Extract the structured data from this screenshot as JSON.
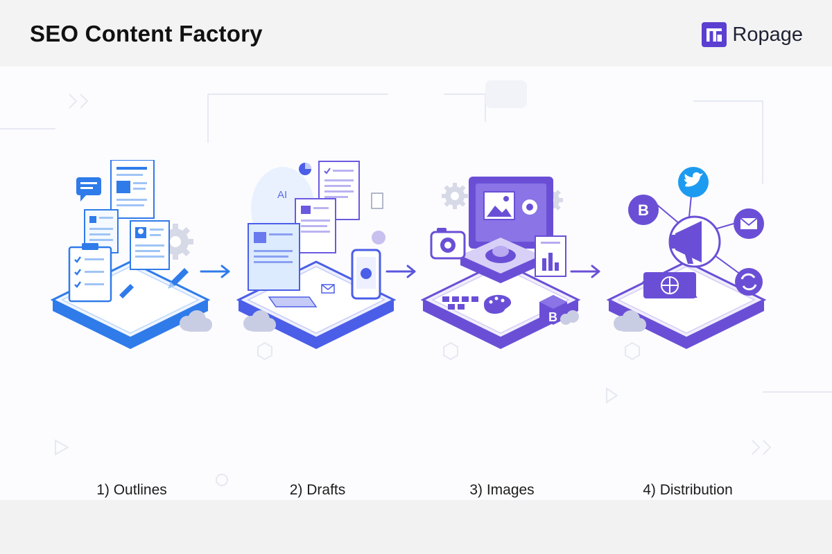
{
  "header": {
    "title": "SEO Content Factory",
    "brand_name": "Ropage"
  },
  "colors": {
    "blue": "#2f7bea",
    "blue_light": "#dcebfd",
    "purple": "#6a4fd6",
    "purple_light": "#ebe6fb",
    "indigo": "#4b5ee8",
    "twitter": "#1d9bf0"
  },
  "stages": [
    {
      "label": "1) Outlines",
      "icon": "documents-checklist-icon"
    },
    {
      "label": "2) Drafts",
      "icon": "ai-drafting-icon"
    },
    {
      "label": "3) Images",
      "icon": "image-generation-icon"
    },
    {
      "label": "4) Distribution",
      "icon": "megaphone-distribution-icon"
    }
  ],
  "stage2": {
    "ai_badge": "AI"
  },
  "stage3": {
    "badge": "B"
  },
  "stage4": {
    "badge": "B"
  }
}
